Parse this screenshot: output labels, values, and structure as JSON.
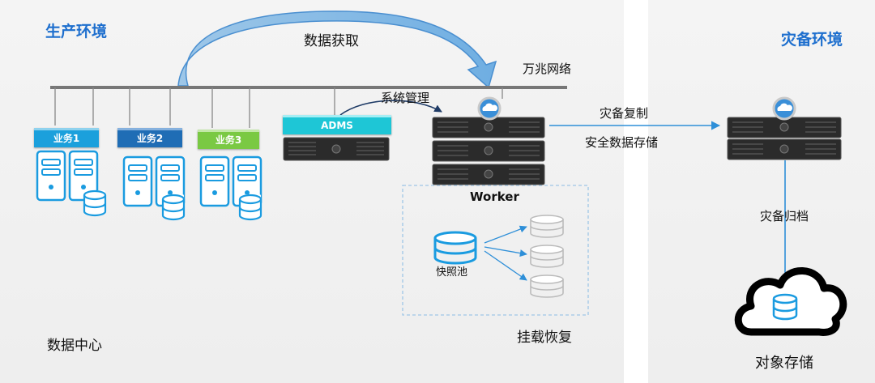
{
  "environments": {
    "production": {
      "title": "生产环境"
    },
    "dr": {
      "title": "灾备环境"
    }
  },
  "labels": {
    "data_fetch": "数据获取",
    "network": "万兆网络",
    "sys_mgmt": "系统管理",
    "dr_replication": "灾备复制",
    "secure_storage": "安全数据存储",
    "worker": "Worker",
    "snapshot_pool": "快照池",
    "mount_restore": "挂载恢复",
    "datacenter": "数据中心",
    "dr_archive": "灾备归档",
    "object_storage": "对象存储"
  },
  "business_tags": [
    {
      "label": "业务1",
      "color": "#1ba0dc"
    },
    {
      "label": "业务2",
      "color": "#1f6db5"
    },
    {
      "label": "业务3",
      "color": "#7ac943"
    }
  ],
  "adms": {
    "label": "ADMS",
    "color": "#1ec6d6"
  },
  "colors": {
    "title_blue": "#1e6fce",
    "icon_blue": "#1a9be0",
    "arrow_blue": "#5aa7dc",
    "panel_bg": "#f2f2f2",
    "server_dark": "#2b2b2b"
  },
  "icons": {
    "server": "server-tower-icon",
    "database": "database-icon",
    "cloud_logo": "cloud-logo-icon",
    "rack_server": "rack-server-icon",
    "cloud": "cloud-storage-icon"
  }
}
